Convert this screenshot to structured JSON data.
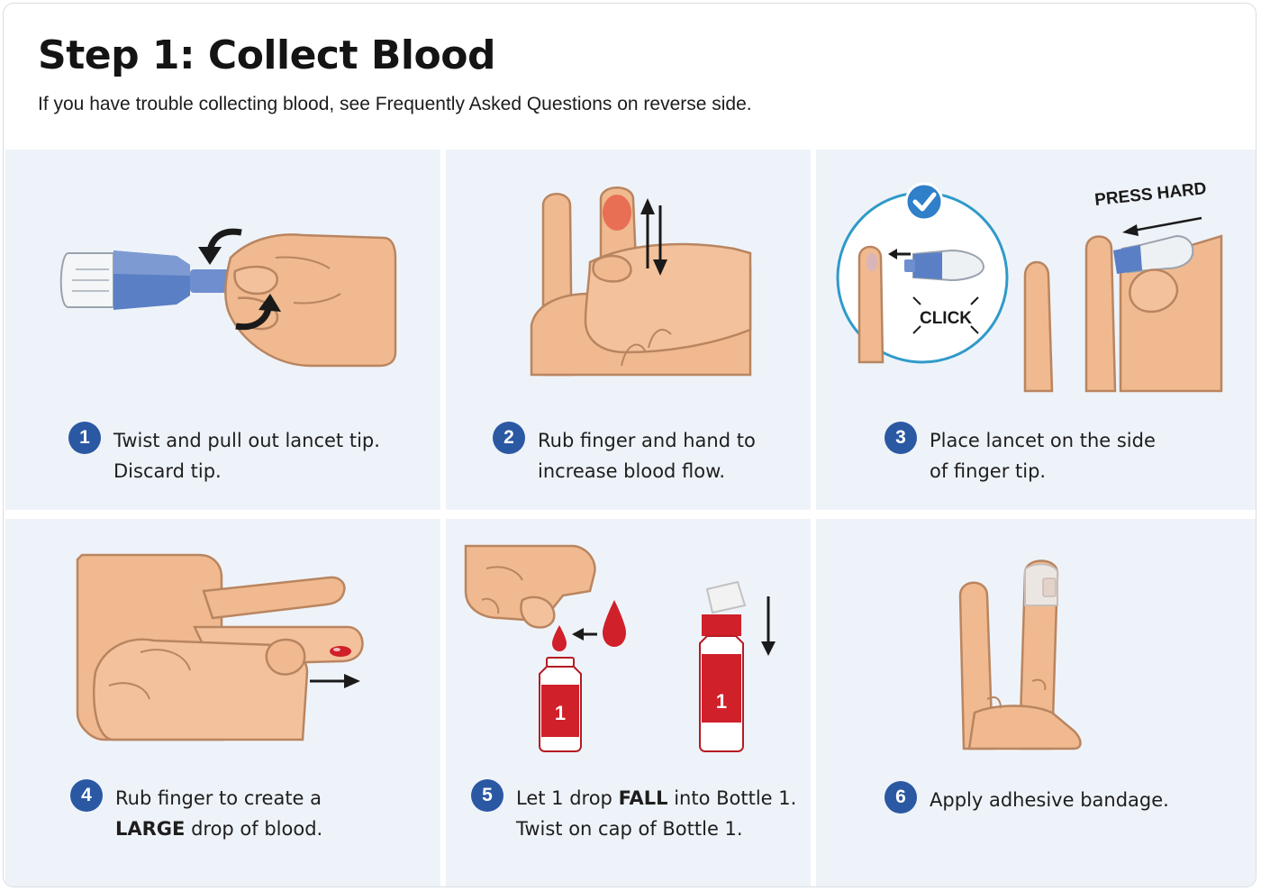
{
  "header": {
    "title": "Step 1: Collect Blood",
    "subtitle": "If you have trouble collecting blood, see Frequently Asked Questions on reverse side."
  },
  "colors": {
    "panel_bg": "#eef3f9",
    "badge_blue": "#2a58a3",
    "blood_red": "#d0202a",
    "skin": "#f0b98f",
    "lancet_blue": "#5b7fc4",
    "check_blue": "#2f7fc9"
  },
  "steps": [
    {
      "number": "1",
      "line1": "Twist and pull out lancet tip.",
      "line2": "Discard tip."
    },
    {
      "number": "2",
      "line1": "Rub finger and hand to",
      "line2": "increase blood flow."
    },
    {
      "number": "3",
      "line1": "Place lancet on the side",
      "line2": "of finger tip.",
      "labels": {
        "press": "PRESS HARD",
        "click": "CLICK"
      }
    },
    {
      "number": "4",
      "line1": "Rub finger to create a",
      "line2_bold": "LARGE",
      "line2_rest": " drop of blood."
    },
    {
      "number": "5",
      "line1_pre": "Let 1 drop ",
      "line1_bold": "FALL",
      "line1_post": " into Bottle 1.",
      "line2": "Twist on cap of Bottle 1.",
      "bottle_label": "1"
    },
    {
      "number": "6",
      "line1": "Apply adhesive bandage."
    }
  ],
  "icons": [
    "twist-arrow-icon",
    "rub-arrows-icon",
    "check-icon",
    "press-arrow-icon",
    "drop-arrow-icon",
    "down-arrow-icon"
  ]
}
